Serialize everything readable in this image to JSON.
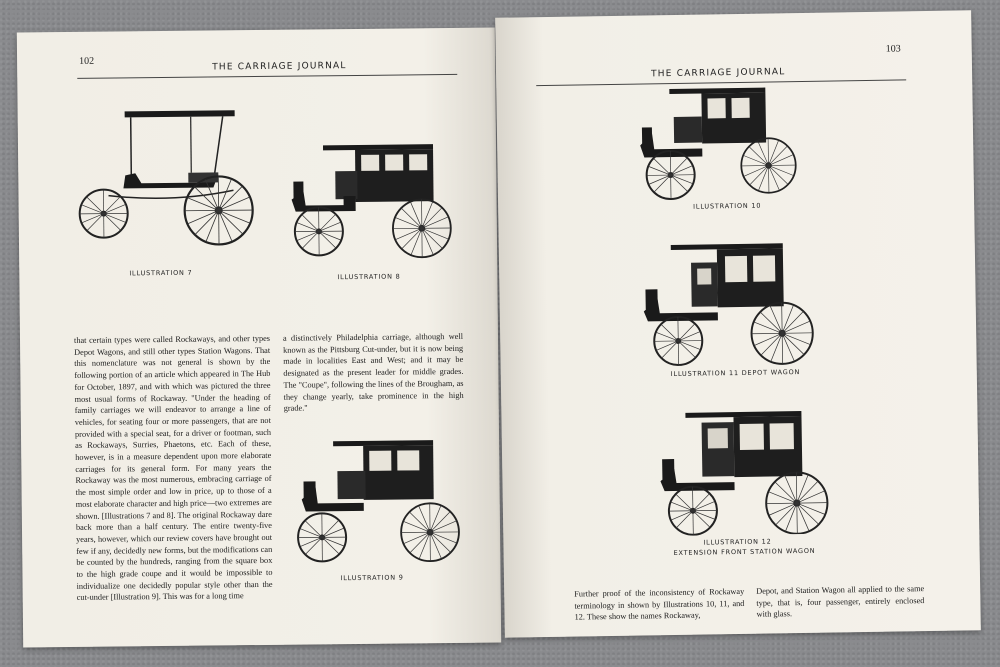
{
  "left_page": {
    "page_number": "102",
    "journal_title": "THE CARRIAGE JOURNAL",
    "captions": {
      "ill7": "ILLUSTRATION 7",
      "ill8": "ILLUSTRATION 8",
      "ill9": "ILLUSTRATION 9"
    },
    "column1": "that certain types were called Rockaways, and other types Depot Wagons, and still other types Station Wagons. That this nomenclature was not general is shown by the following portion of an article which appeared in The Hub for October, 1897, and with which was pictured the three most usual forms of Rockaway. \"Under the heading of family carriages we will endeavor to arrange a line of vehicles, for seating four or more passengers, that are not provided with a special seat, for a driver or footman, such as Rockaways, Surries, Phaetons, etc. Each of these, however, is in a measure dependent upon more elaborate carriages for its general form. For many years the Rockaway was the most numerous, embracing carriage of the most simple order and low in price, up to those of a most elaborate character and high price—two extremes are shown. [Illustrations 7 and 8]. The original Rockaway dare back more than a half century. The entire twenty-five years, however, which our review covers have brought out few if any, decidedly new forms, but the modifications can be counted by the hundreds, ranging from the square box to the high grade coupe and it would be impossible to individualize one decidedly popular style other than the cut-under [Illustration 9]. This was for a long time",
    "column2": "a distinctively Philadelphia carriage, although well known as the Pittsburg Cut-under, but it is now being made in localities East and West; and it may be designated as the present leader for middle grades. The \"Coupe\", following the lines of the Brougham, as they change yearly, take prominence in the high grade.\""
  },
  "right_page": {
    "page_number": "103",
    "journal_title": "THE CARRIAGE JOURNAL",
    "captions": {
      "ill10": "ILLUSTRATION 10",
      "ill11": "ILLUSTRATION 11    DEPOT WAGON",
      "ill12_line1": "ILLUSTRATION 12",
      "ill12_line2": "EXTENSION FRONT STATION WAGON"
    },
    "column1": "Further proof of the inconsistency of Rockaway terminology in shown by Illustrations 10, 11, and 12. These show the names Rockaway,",
    "column2": "Depot, and Station Wagon all applied to the same type, that is, four passenger, entirely enclosed with glass."
  },
  "colors": {
    "paper": "#f3f0e8",
    "ink": "#1c1c1c",
    "background": "#8a8b8e"
  }
}
